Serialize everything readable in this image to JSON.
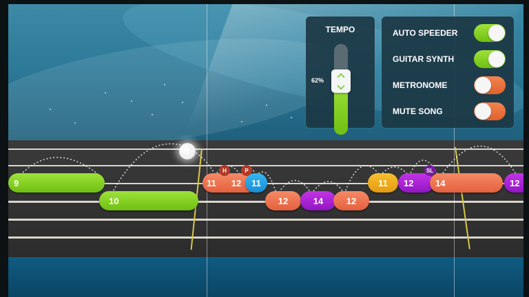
{
  "tempo": {
    "title": "TEMPO",
    "value_label": "62%",
    "value": 0.62,
    "fill_color": "#7ccf1c"
  },
  "toggles": [
    {
      "label": "AUTO SPEEDER",
      "on": true
    },
    {
      "label": "GUITAR SYNTH",
      "on": true
    },
    {
      "label": "METRONOME",
      "on": false
    },
    {
      "label": "MUTE SONG",
      "on": false
    }
  ],
  "notes": [
    {
      "fret": "9",
      "color": "green",
      "string": 2
    },
    {
      "fret": "10",
      "color": "green",
      "string": 3
    },
    {
      "fret": "11",
      "color": "orange",
      "string": 2
    },
    {
      "fret": "12",
      "color": "orange",
      "string": 2
    },
    {
      "fret": "11",
      "color": "blue",
      "string": 2
    },
    {
      "fret": "12",
      "color": "orange",
      "string": 3
    },
    {
      "fret": "14",
      "color": "purple",
      "string": 3
    },
    {
      "fret": "12",
      "color": "orange",
      "string": 3
    },
    {
      "fret": "11",
      "color": "yellow",
      "string": 2
    },
    {
      "fret": "12",
      "color": "purple",
      "string": 2
    },
    {
      "fret": "14",
      "color": "orange",
      "string": 2
    },
    {
      "fret": "12",
      "color": "purple",
      "string": 2
    }
  ],
  "techniques": [
    {
      "label": "H",
      "type": "hammer-on"
    },
    {
      "label": "P",
      "type": "pull-off"
    },
    {
      "label": "SL",
      "type": "slide"
    }
  ],
  "colors": {
    "green": "#7ccf1c",
    "orange": "#ee704c",
    "blue": "#27a3e6",
    "yellow": "#f0ac1e",
    "purple": "#a920d4",
    "fret_marker": "#d8c84a"
  }
}
